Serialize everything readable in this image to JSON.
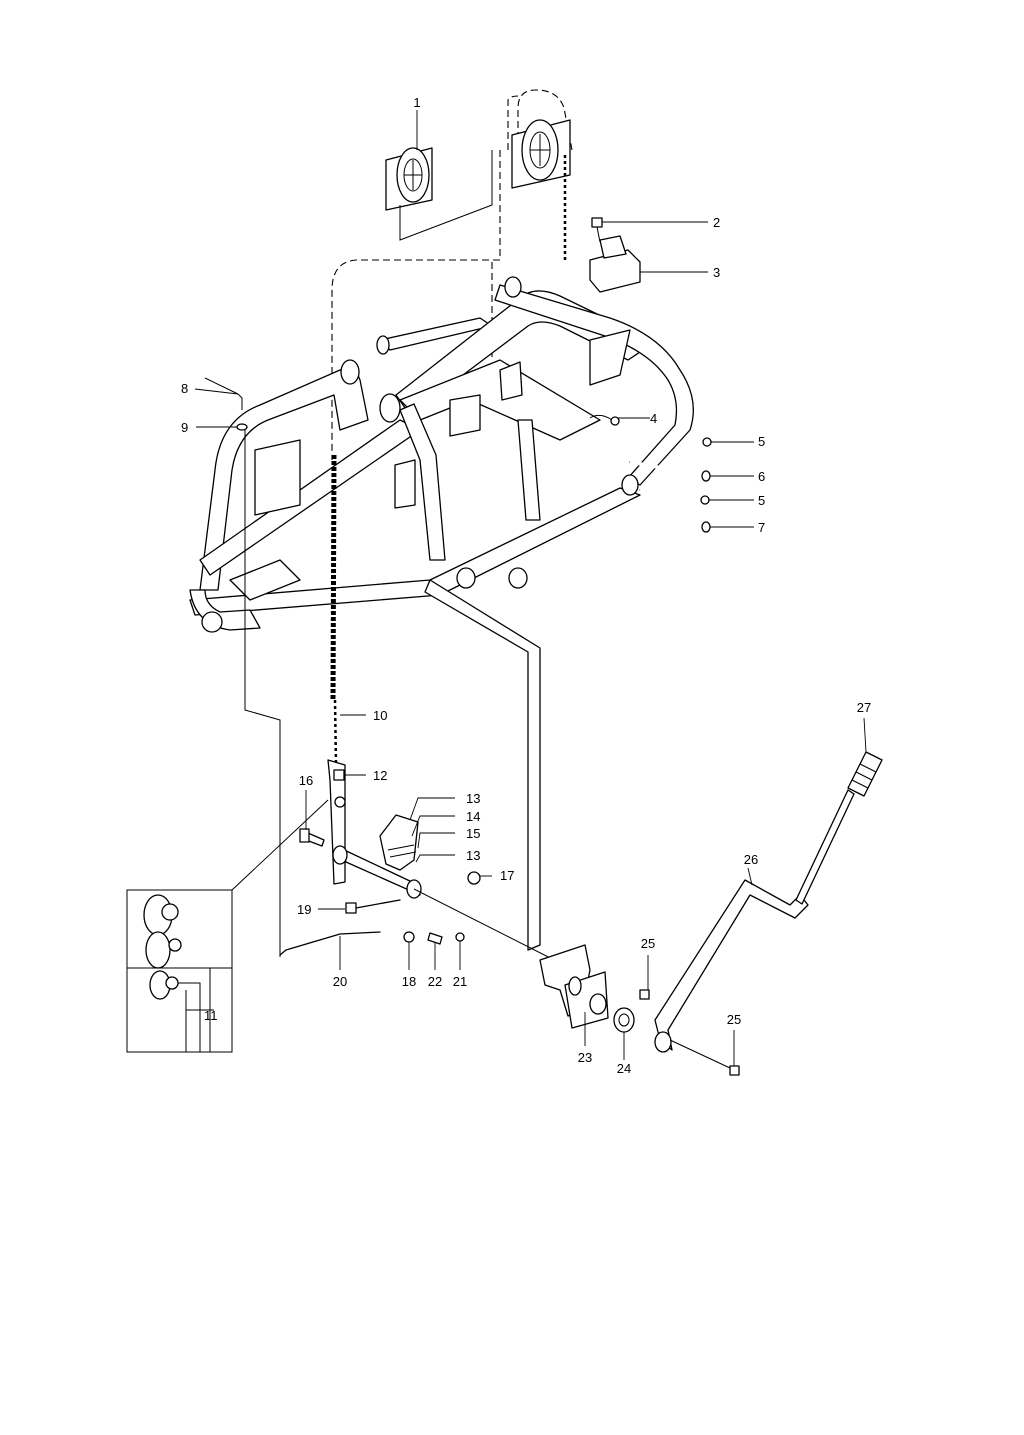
{
  "callouts": [
    "1",
    "2",
    "3",
    "4",
    "5",
    "6",
    "5",
    "7",
    "8",
    "9",
    "10",
    "11",
    "12",
    "13",
    "14",
    "15",
    "13",
    "16",
    "17",
    "19",
    "20",
    "18",
    "22",
    "21",
    "23",
    "24",
    "25",
    "25",
    "26",
    "27"
  ]
}
